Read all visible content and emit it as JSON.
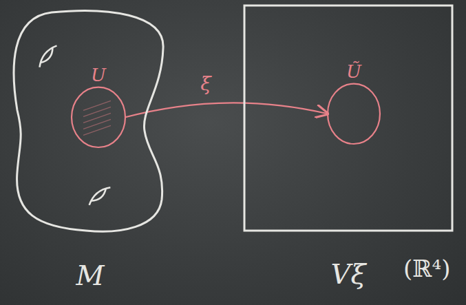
{
  "diagram": {
    "nodes": [
      {
        "text": [
          "M"
        ]
      },
      {
        "text": [
          "U"
        ],
        "in": 0
      },
      {
        "text": [
          "Vξ"
        ]
      },
      {
        "text": [
          "Ũ"
        ],
        "in": 2
      }
    ],
    "edges": [
      {
        "from": 1,
        "to": 3,
        "arrow": "to",
        "label": "ξ"
      }
    ],
    "labels": [
      "(ℝ⁴)"
    ]
  }
}
